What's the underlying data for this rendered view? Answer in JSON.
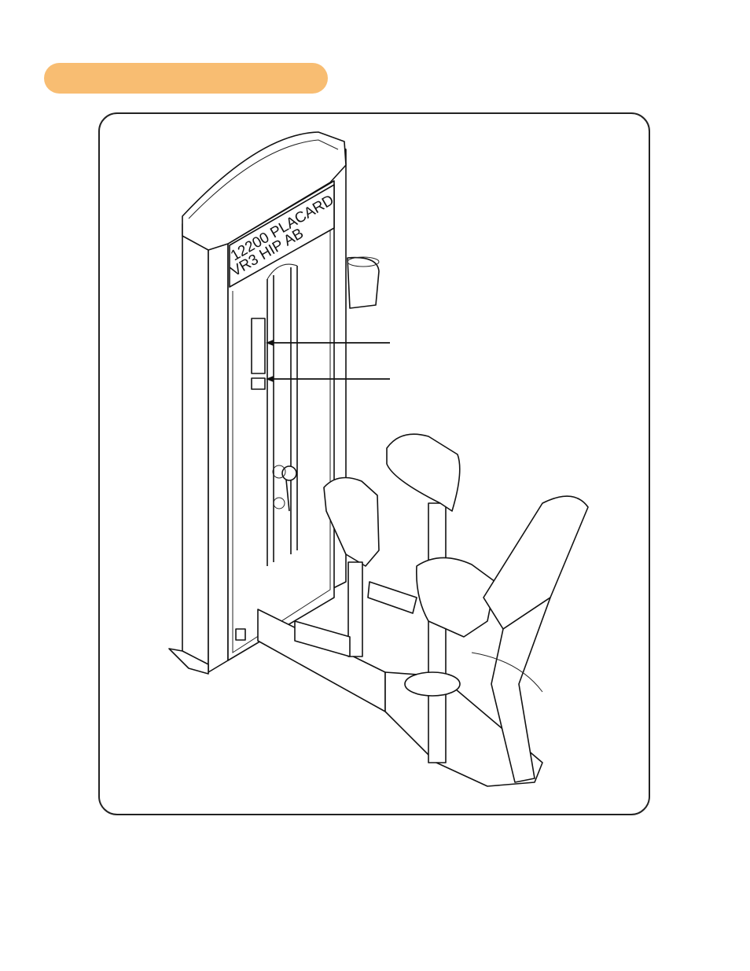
{
  "header": {
    "bar_color": "#f8bd72"
  },
  "illustration": {
    "placard_line1": "12200 PLACARD",
    "placard_line2": "VR3 HIP AB",
    "callouts": [
      {
        "target": "instruction-placard",
        "text": ""
      },
      {
        "target": "warning-decal",
        "text": ""
      }
    ]
  }
}
